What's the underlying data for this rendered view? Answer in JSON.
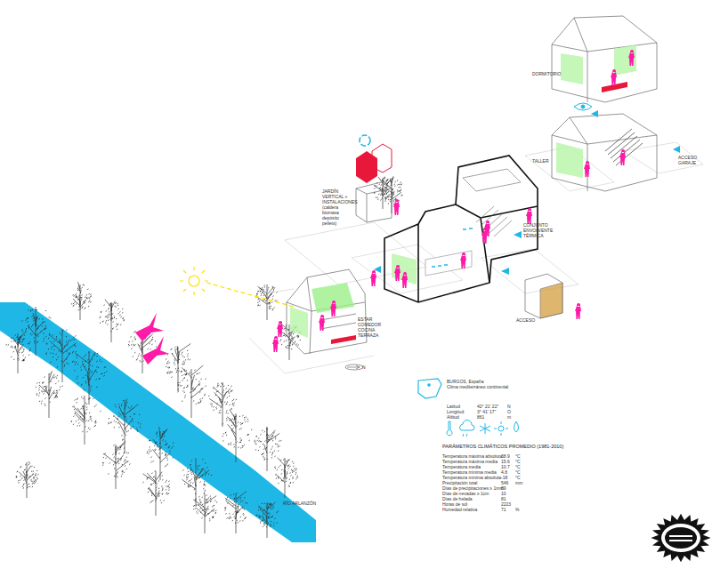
{
  "diagram": {
    "labels": [
      "DORMITORIO",
      "TALLER",
      "ACCESO GARAJE",
      "JARDÍN VERTICAL + INSTALACIONES (caldera biomasa depósito pellets)",
      "CONJUNTO ENVOLVENTE TÉRMICA",
      "ACCESO",
      "ESTAR COMEDOR COCINA TERRAZA",
      "N",
      "RÍO ARLANZÓN",
      "BURGOS, España",
      "Clima mediterráneo continental",
      "Latitud",
      "42° 21' 22''",
      "N",
      "Longitud",
      "3° 41' 17''",
      "O",
      "Altitud",
      "861",
      "m",
      "PARÁMETROS CLIMÁTICOS PROMEDIO (1981-2010)",
      "Temperatura máxima absoluta",
      "38.9",
      "°C",
      "Temperatura máxima media",
      "15.6",
      "°C",
      "Temperatura media",
      "10.7",
      "°C",
      "Temperatura mínima media",
      "4.8",
      "°C",
      "Temperatura mínima absoluta",
      "-18",
      "°C",
      "Precipitación total",
      "546",
      "mm",
      "Días de precipitaciones ≥ 1mm",
      "89",
      "Días de nevadas ≥ 1cm",
      "10",
      "Días de helada",
      "81",
      "Horas de sol",
      "2223",
      "Humedad relativa",
      "71",
      "%"
    ]
  }
}
